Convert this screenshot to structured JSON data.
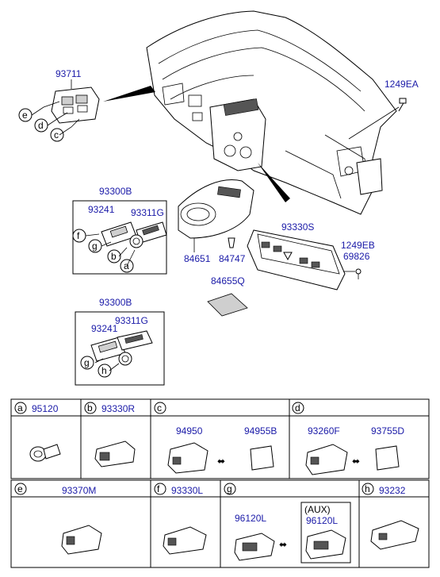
{
  "parts": {
    "p93711": "93711",
    "p1249EA": "1249EA",
    "p93300B_a": "93300B",
    "p93241_a": "93241",
    "p93311G_a": "93311G",
    "p93330S": "93330S",
    "p1249EB": "1249EB",
    "p69826": "69826",
    "p84651": "84651",
    "p84747": "84747",
    "p84655Q": "84655Q",
    "p93300B_b": "93300B",
    "p93311G_b": "93311G",
    "p93241_b": "93241"
  },
  "keys": {
    "e": "e",
    "d": "d",
    "c": "c",
    "f": "f",
    "g": "g",
    "b": "b",
    "a": "a",
    "g2": "g",
    "h": "h"
  },
  "table": {
    "row1": [
      {
        "key": "a",
        "part": "95120"
      },
      {
        "key": "b",
        "part": "93330R"
      },
      {
        "key": "c",
        "parts": [
          "94950",
          "94955B"
        ]
      },
      {
        "key": "d",
        "parts": [
          "93260F",
          "93755D"
        ]
      }
    ],
    "row2": [
      {
        "key": "e",
        "part": "93370M"
      },
      {
        "key": "f",
        "part": "93330L"
      },
      {
        "key": "g",
        "parts": [
          "96120L",
          "96120L"
        ],
        "aux_label": "(AUX)"
      },
      {
        "key": "h",
        "part": "93232"
      }
    ]
  },
  "icons": [
    "swap-arrow-icon"
  ]
}
